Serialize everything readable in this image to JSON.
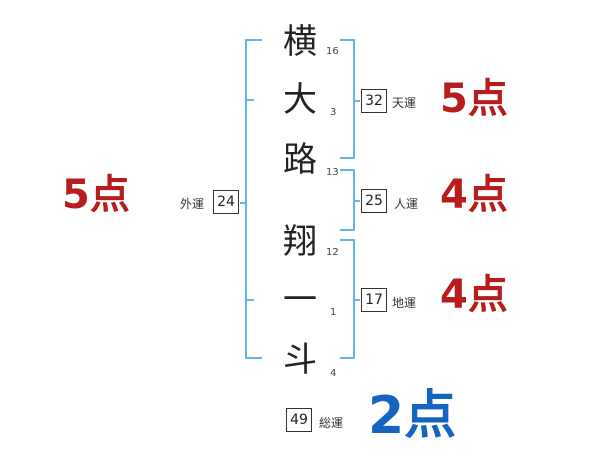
{
  "name_chars": [
    {
      "char": "横",
      "strokes": "16"
    },
    {
      "char": "大",
      "strokes": "3"
    },
    {
      "char": "路",
      "strokes": "13"
    },
    {
      "char": "翔",
      "strokes": "12"
    },
    {
      "char": "一",
      "strokes": "1"
    },
    {
      "char": "斗",
      "strokes": "4"
    }
  ],
  "fortunes": {
    "gaiun": {
      "value": "24",
      "label": "外運",
      "score": "5点"
    },
    "tenun": {
      "value": "32",
      "label": "天運",
      "score": "5点"
    },
    "jinun": {
      "value": "25",
      "label": "人運",
      "score": "4点"
    },
    "chiun": {
      "value": "17",
      "label": "地運",
      "score": "4点"
    },
    "souun": {
      "value": "49",
      "label": "総運",
      "score": "2点"
    }
  },
  "colors": {
    "bracket": "#64b5e6",
    "score_red": "#b81c1c",
    "score_blue": "#1565c0"
  }
}
